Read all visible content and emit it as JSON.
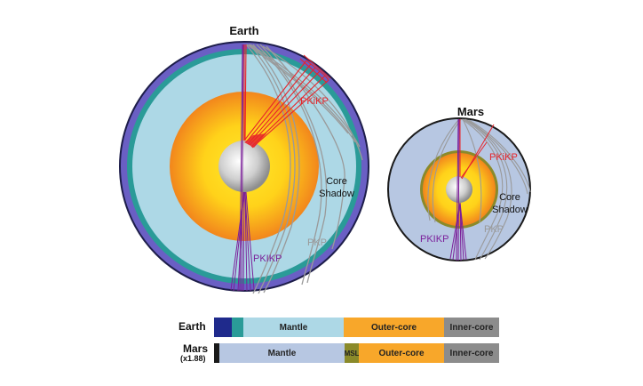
{
  "earth": {
    "title": "Earth",
    "labels": {
      "pkikp_red": "PKiKP",
      "core_shadow_1": "Core",
      "core_shadow_2": "Shadow",
      "pkp": "PKP",
      "pkikp_purple": "PKIKP"
    }
  },
  "mars": {
    "title": "Mars",
    "labels": {
      "pkikp_red": "PKiKP",
      "core_shadow_1": "Core",
      "core_shadow_2": "Shadow",
      "pkp": "PKP",
      "pkikp_purple": "PKIKP"
    }
  },
  "bars": {
    "earth": {
      "name": "Earth",
      "segments": [
        {
          "label": "",
          "color": "#1f2a8c"
        },
        {
          "label": "",
          "color": "#2a9b98"
        },
        {
          "label": "Mantle",
          "color": "#add8e6"
        },
        {
          "label": "Outer-core",
          "color": "#f8a72a"
        },
        {
          "label": "Inner-core",
          "color": "#8c8c8c"
        }
      ]
    },
    "mars": {
      "name": "Mars",
      "scale": "(x1.88)",
      "segments": [
        {
          "label": "",
          "color": "#1a1a1a"
        },
        {
          "label": "Mantle",
          "color": "#b7c7e2"
        },
        {
          "label": "MSL",
          "color": "#8a8a2a"
        },
        {
          "label": "Outer-core",
          "color": "#f8a72a"
        },
        {
          "label": "Inner-core",
          "color": "#8c8c8c"
        }
      ]
    }
  },
  "colors": {
    "crust_earth": "#6a5fc4",
    "mantle_ring": "#2a9b98",
    "mantle_earth": "#add8e6",
    "mantle_mars": "#b7c7e2",
    "core_yellow": "#ffd21a",
    "core_orange": "#f39a1c",
    "inner_core": "#c8c8c8",
    "ray_red": "#e8242a",
    "ray_purple": "#7b1f9a",
    "ray_gray": "#9a9a9a"
  }
}
